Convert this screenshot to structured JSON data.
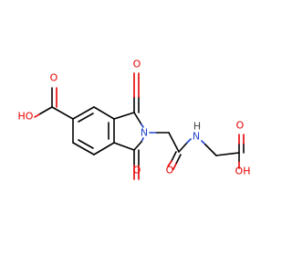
{
  "molecule": {
    "atoms": {
      "ho_left": "HO",
      "o_carboxyl_left": "O",
      "o_imide_top": "O",
      "n_imide": "N",
      "o_imide_bottom": "O",
      "o_amide": "O",
      "nh_amide": "N",
      "h_amide": "H",
      "o_carboxyl_right": "O",
      "oh_right": "OH"
    },
    "colors": {
      "carbon_bond": "#000000",
      "oxygen": "#e60000",
      "nitrogen": "#2244cc",
      "hydrogen": "#444444"
    }
  }
}
